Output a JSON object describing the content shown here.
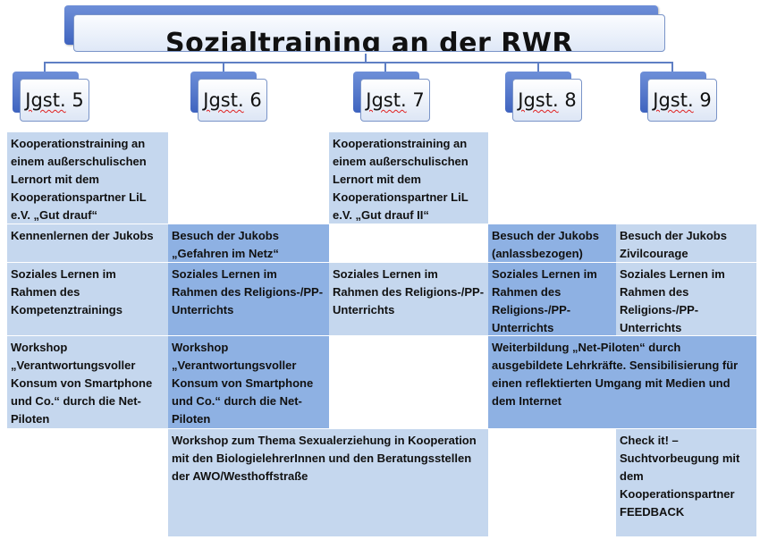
{
  "title": "Sozialtraining an der RWR",
  "grades": [
    {
      "prefix": "Jgst.",
      "number": "5"
    },
    {
      "prefix": "Jgst.",
      "number": "6"
    },
    {
      "prefix": "Jgst.",
      "number": "7"
    },
    {
      "prefix": "Jgst.",
      "number": "8"
    },
    {
      "prefix": "Jgst.",
      "number": "9"
    }
  ],
  "cells": {
    "r1c1": "Kooperationstraining an einem außerschulischen Lernort mit dem Kooperationspartner LiL e.V. „Gut drauf“",
    "r1c3": "Kooperationstraining an einem außerschulischen Lernort mit dem Kooperationspartner LiL e.V. „Gut drauf II“",
    "r2c1": "Kennenlernen der Jukobs",
    "r2c2": "Besuch der Jukobs „Gefahren im Netz“",
    "r2c4": "Besuch der Jukobs (anlassbezogen)",
    "r2c5": "Besuch der Jukobs Zivilcourage",
    "r3c1": "Soziales Lernen im Rahmen des Kompetenztrainings",
    "r3c2": "Soziales Lernen im Rahmen des Religions-/PP-Unterrichts",
    "r3c3": "Soziales Lernen im Rahmen des Religions-/PP-Unterrichts",
    "r3c4": "Soziales Lernen im Rahmen des Religions-/PP-Unterrichts",
    "r3c5": "Soziales Lernen im Rahmen des Religions-/PP-Unterrichts",
    "r4c1": "Workshop „Verantwortungsvoller Konsum von Smartphone und Co.“ durch die Net-Piloten",
    "r4c2": "Workshop „Verantwortungsvoller Konsum von Smartphone und Co.“ durch die Net-Piloten",
    "r4c45": "Weiterbildung „Net-Piloten“ durch ausgebildete Lehrkräfte. Sensibilisierung für einen reflektierten Umgang mit Medien und dem Internet",
    "r5c23": "Workshop zum Thema Sexualerziehung in Kooperation mit den BiologielehrerInnen und den Beratungsstellen der AWO/Westhoffstraße",
    "r5c5": "Check it! – Suchtvorbeugung mit dem Kooperationspartner FEEDBACK"
  }
}
